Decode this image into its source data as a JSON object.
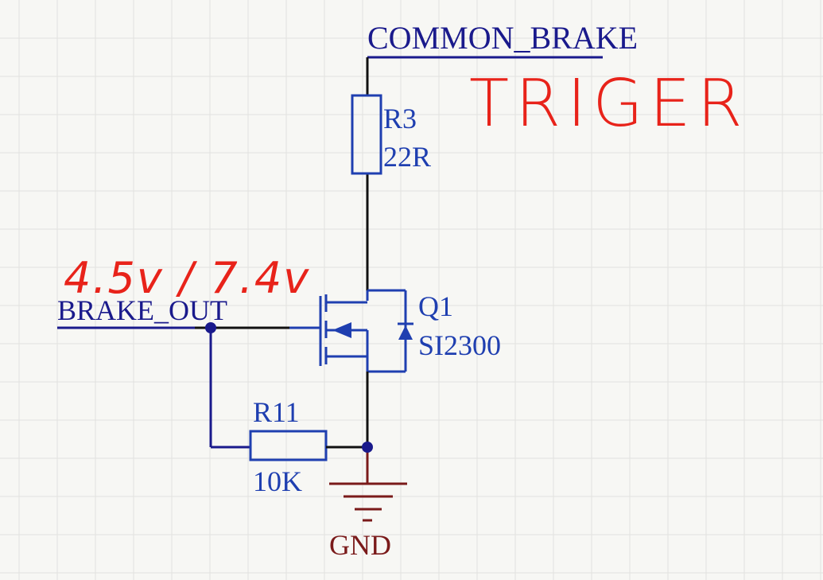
{
  "nets": {
    "common_brake": "COMMON_BRAKE",
    "brake_out": "BRAKE_OUT",
    "gnd": "GND"
  },
  "components": {
    "r3": {
      "designator": "R3",
      "value": "22R"
    },
    "r11": {
      "designator": "R11",
      "value": "10K"
    },
    "q1": {
      "designator": "Q1",
      "part": "SI2300"
    }
  },
  "annotations": {
    "voltage": "4.5v / 7.4v",
    "trigger": "TRIGER"
  },
  "colors": {
    "wire_black": "#111111",
    "wire_blue": "#1a1a8c",
    "component_blue": "#1f3fb0",
    "gnd_maroon": "#7a1a1a",
    "annotation_red": "#e8231a",
    "grid": "#dedede"
  }
}
